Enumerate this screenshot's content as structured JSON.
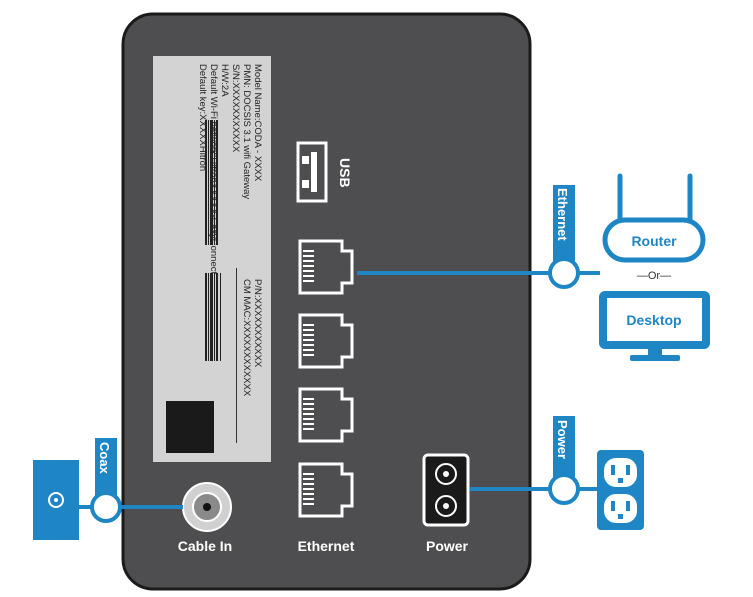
{
  "colors": {
    "panel": "#4e4e50",
    "panel_border": "#1b1b1b",
    "label_sticker": "#d3d3d3",
    "accent": "#1f86c6",
    "accent_dark": "#13659c",
    "white": "#ffffff"
  },
  "label_sticker": {
    "lines": [
      "Model Name:CODA - XXXX",
      "PMN: DOCSIS 3.1 wifi Gateway",
      "S/N:XXXXXXXXXXX",
      "H/W:2A",
      "Default Wi-Fi network:HitronXXXXX-EasyConnect",
      "Default key:XXXXXHitron"
    ],
    "pn_line": "P/N:XXXXXXXXXXX",
    "mac_line": "CM MAC:XXXXXXXXXXXX"
  },
  "ports": {
    "usb_label": "USB",
    "cable_in_label": "Cable In",
    "ethernet_label": "Ethernet",
    "power_label": "Power"
  },
  "callouts": {
    "ethernet_tag": "Ethernet",
    "coax_tag": "Coax",
    "power_tag": "Power",
    "router_label": "Router",
    "or_label": "—Or—",
    "desktop_label": "Desktop"
  },
  "icons": {
    "coax_wall_plate": "coax-wall-plate-icon",
    "router": "router-icon",
    "desktop": "desktop-icon",
    "outlet": "power-outlet-icon"
  }
}
